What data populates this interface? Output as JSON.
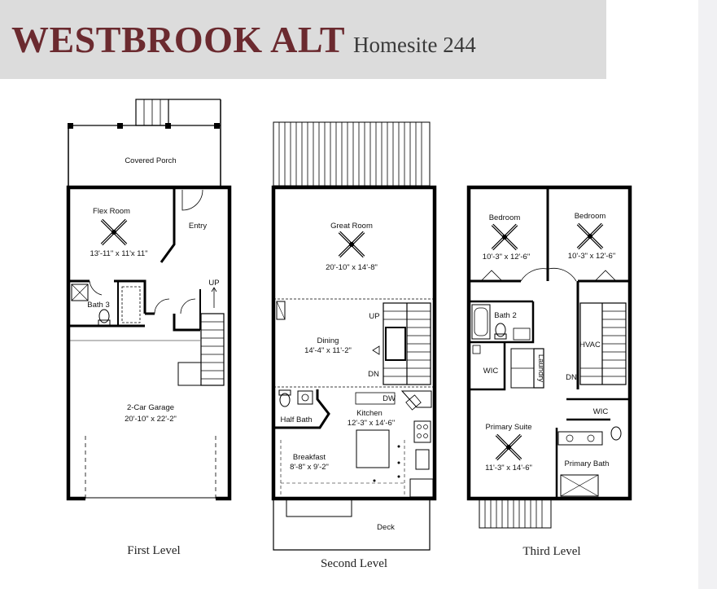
{
  "header": {
    "title": "WESTBROOK ALT",
    "subtitle": "Homesite 244"
  },
  "levels": {
    "first": {
      "label": "First Level",
      "rooms": {
        "covered_porch": "Covered Porch",
        "flex_room": "Flex Room",
        "flex_room_dim": "13'-11\" x 11'x 11\"",
        "entry": "Entry",
        "bath3": "Bath 3",
        "up": "UP",
        "garage": "2-Car Garage",
        "garage_dim": "20'-10\" x 22'-2\""
      }
    },
    "second": {
      "label": "Second Level",
      "rooms": {
        "great_room": "Great Room",
        "great_room_dim": "20'-10\" x 14'-8\"",
        "dining": "Dining",
        "dining_dim": "14'-4\" x 11'-2\"",
        "up": "UP",
        "dn": "DN",
        "half_bath": "Half Bath",
        "kitchen": "Kitchen",
        "kitchen_dim": "12'-3\" x 14'-6\"",
        "dw": "DW",
        "breakfast": "Breakfast",
        "breakfast_dim": "8'-8\" x 9'-2\"",
        "deck": "Deck"
      }
    },
    "third": {
      "label": "Third Level",
      "rooms": {
        "bedroom_left": "Bedroom",
        "bedroom_left_dim": "10'-3\" x 12'-6\"",
        "bedroom_right": "Bedroom",
        "bedroom_right_dim": "10'-3\" x 12'-6\"",
        "bath2": "Bath 2",
        "wic_left": "WIC",
        "laundry": "Laundry",
        "hvac": "HVAC",
        "dn": "DN",
        "wic_right": "WIC",
        "primary_suite": "Primary Suite",
        "primary_suite_dim": "11'-3\" x 14'-6\"",
        "primary_bath": "Primary Bath"
      }
    }
  }
}
